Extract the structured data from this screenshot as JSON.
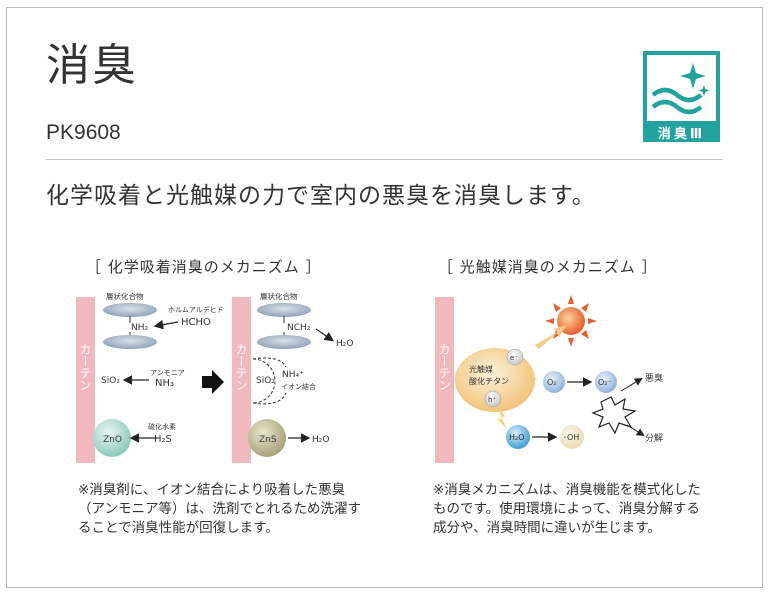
{
  "header": {
    "title": "消臭",
    "code": "PK9608",
    "badge_label": "消臭Ⅲ",
    "headline": "化学吸着と光触媒の力で室内の悪臭を消臭します。"
  },
  "left": {
    "section_title": "［ 化学吸着消臭のメカニズム ］",
    "curtain_label": "カーテン",
    "layer_compound": "層状化合物",
    "formaldehyde": "ホルムアルデヒド",
    "nh2": "NH₂",
    "hcho": "HCHO",
    "ammonia": "アンモニア",
    "sio2": "SiO₂",
    "nh3": "NH₃",
    "hydrogen_sulfide": "硫化水素",
    "zno": "ZnO",
    "h2s": "H₂S",
    "nch2": "NCH₂",
    "h2o": "H₂O",
    "nh4": "NH₄⁺",
    "ionic_bond": "イオン結合",
    "zns": "ZnS",
    "note": [
      "※消臭剤に、イオン結合により吸着した悪臭",
      "（アンモニア等）は、洗剤でとれるため洗濯す",
      "ることで消臭性能が回復します。"
    ]
  },
  "right": {
    "section_title": "［ 光触媒消臭のメカニズム ］",
    "curtain_label": "カーテン",
    "catalyst_line1": "光触媒",
    "catalyst_line2": "酸化チタン",
    "electron": "e⁻",
    "hole": "h⁺",
    "o2": "O₂",
    "o2_radical": "O₂⁻",
    "bad_odor": "悪臭",
    "decompose": "分解",
    "h2o": "H₂O",
    "oh": "･OH",
    "note": [
      "※消臭メカニズムは、消臭機能を模式化した",
      "ものです。使用環境によって、消臭分解する",
      "成分や、消臭時間に違いが生じます。"
    ]
  }
}
